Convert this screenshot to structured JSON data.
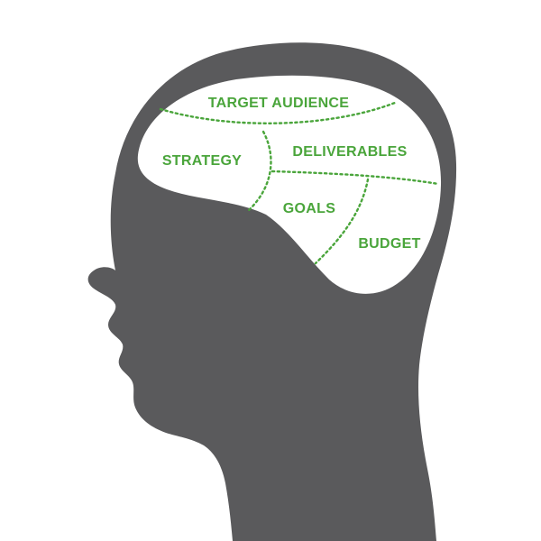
{
  "colors": {
    "background": "#ffffff",
    "head": "#5a5a5c",
    "brain": "#ffffff",
    "accent": "#4aa53b"
  },
  "regions": {
    "target_audience": "TARGET AUDIENCE",
    "strategy": "STRATEGY",
    "deliverables": "DELIVERABLES",
    "goals": "GOALS",
    "budget": "BUDGET"
  }
}
